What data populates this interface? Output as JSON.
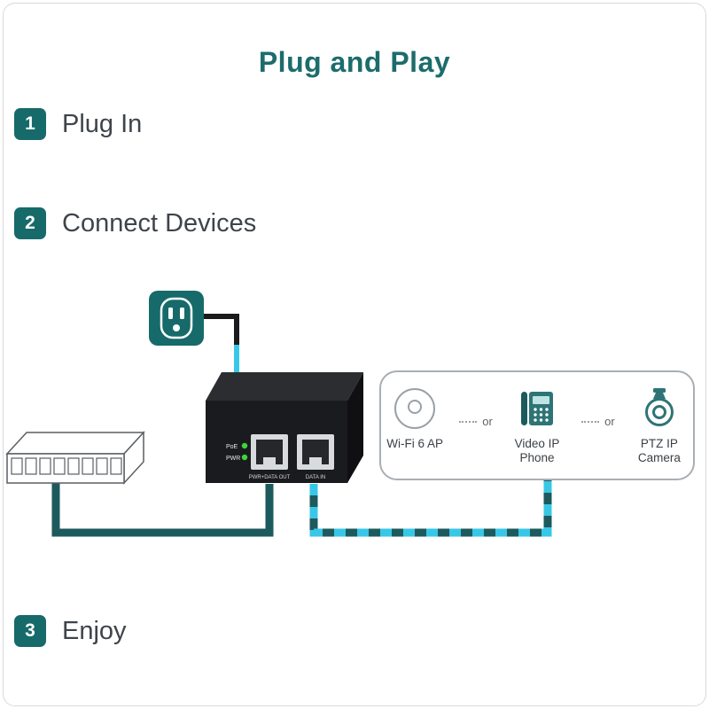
{
  "title": "Plug and Play",
  "steps": [
    {
      "number": "1",
      "label": "Plug In"
    },
    {
      "number": "2",
      "label": "Connect Devices"
    },
    {
      "number": "3",
      "label": "Enjoy"
    }
  ],
  "injector": {
    "port_left_label": "PWR+DATA OUT",
    "port_right_label": "DATA IN",
    "led_labels": [
      "PoE",
      "PWR"
    ]
  },
  "devices": {
    "separator": "or",
    "items": [
      {
        "name": "Wi-Fi 6 AP",
        "line1": "Wi-Fi 6 AP",
        "line2": ""
      },
      {
        "name": "Video IP Phone",
        "line1": "Video IP",
        "line2": "Phone"
      },
      {
        "name": "PTZ IP Camera",
        "line1": "PTZ IP",
        "line2": "Camera"
      }
    ]
  },
  "icons": {
    "outlet": "power-outlet-icon",
    "injector": "poe-injector-device",
    "switch": "network-switch-device",
    "wifi_ap": "access-point-circle-icon",
    "phone": "ip-phone-icon",
    "camera": "dome-camera-icon"
  },
  "colors": {
    "teal": "#176a6a",
    "cyan": "#38c7e6",
    "cable_dark": "#1d5a5e",
    "text_dark": "#3f444b",
    "led_green": "#3ed43e"
  }
}
